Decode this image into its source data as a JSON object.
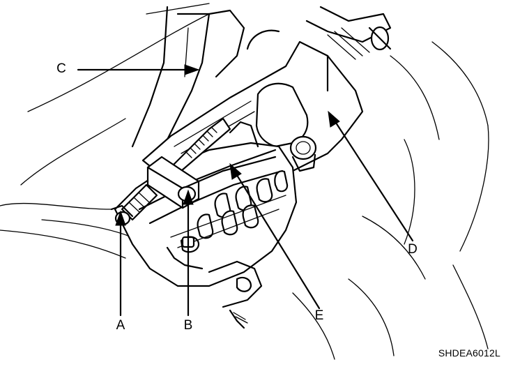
{
  "callouts": {
    "a": "A",
    "b": "B",
    "c": "C",
    "d": "D",
    "e": "E"
  },
  "figure_code": "SHDEA6012L",
  "colors": {
    "ink": "#000000",
    "paper": "#ffffff"
  }
}
